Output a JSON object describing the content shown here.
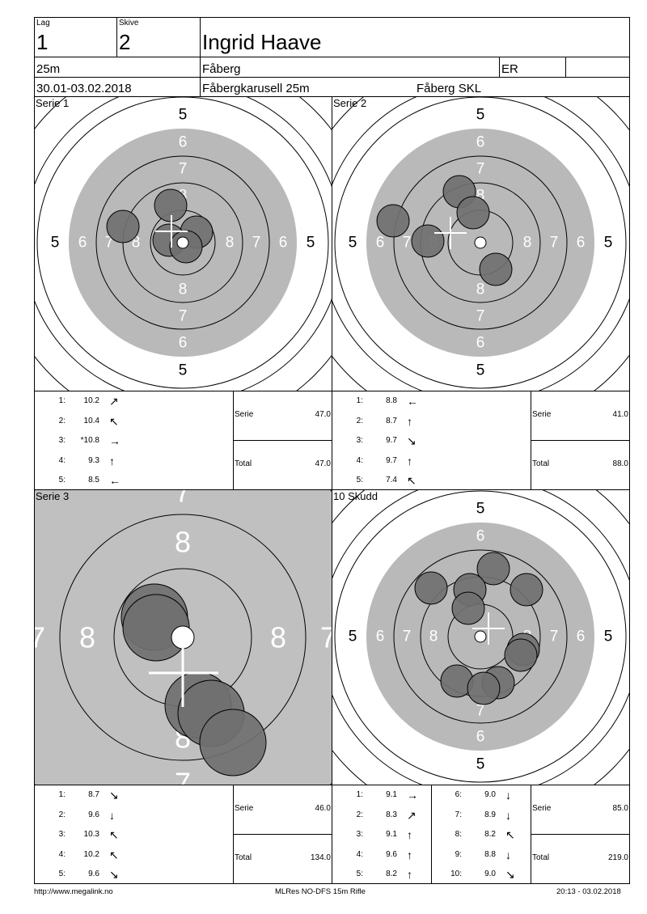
{
  "header": {
    "lag_label": "Lag",
    "lag_value": "1",
    "skive_label": "Skive",
    "skive_value": "2",
    "shooter_name": "Ingrid Haave",
    "distance": "25m",
    "club": "Fåberg",
    "class": "ER",
    "dates": "30.01-03.02.2018",
    "competition": "Fåbergkarusell 25m",
    "organizer": "Fåberg SKL"
  },
  "panels": {
    "serie1_title": "Serie 1",
    "serie2_title": "Serie 2",
    "serie3_title": "Serie 3",
    "skudd10_title": "10 Skudd"
  },
  "ring_labels": {
    "five": "5",
    "six": "6",
    "seven": "7",
    "eight": "8"
  },
  "serie1": {
    "shots": [
      {
        "n": "1:",
        "v": "10.2",
        "arrow": "↗"
      },
      {
        "n": "2:",
        "v": "10.4",
        "arrow": "↖"
      },
      {
        "n": "3:",
        "v": "*10.8",
        "arrow": "→"
      },
      {
        "n": "4:",
        "v": "9.3",
        "arrow": "↑"
      },
      {
        "n": "5:",
        "v": "8.5",
        "arrow": "←"
      }
    ],
    "serie_label": "Serie",
    "serie_value": "47.0",
    "total_label": "Total",
    "total_value": "47.0"
  },
  "serie2": {
    "shots": [
      {
        "n": "1:",
        "v": "8.8",
        "arrow": "←"
      },
      {
        "n": "2:",
        "v": "8.7",
        "arrow": "↑"
      },
      {
        "n": "3:",
        "v": "9.7",
        "arrow": "↘"
      },
      {
        "n": "4:",
        "v": "9.7",
        "arrow": "↑"
      },
      {
        "n": "5:",
        "v": "7.4",
        "arrow": "↖"
      }
    ],
    "serie_label": "Serie",
    "serie_value": "41.0",
    "total_label": "Total",
    "total_value": "88.0"
  },
  "serie3": {
    "shots": [
      {
        "n": "1:",
        "v": "8.7",
        "arrow": "↘"
      },
      {
        "n": "2:",
        "v": "9.6",
        "arrow": "↓"
      },
      {
        "n": "3:",
        "v": "10.3",
        "arrow": "↖"
      },
      {
        "n": "4:",
        "v": "10.2",
        "arrow": "↖"
      },
      {
        "n": "5:",
        "v": "9.6",
        "arrow": "↘"
      }
    ],
    "serie_label": "Serie",
    "serie_value": "46.0",
    "total_label": "Total",
    "total_value": "134.0"
  },
  "serie4": {
    "shots_a": [
      {
        "n": "1:",
        "v": "9.1",
        "arrow": "→"
      },
      {
        "n": "2:",
        "v": "8.3",
        "arrow": "↗"
      },
      {
        "n": "3:",
        "v": "9.1",
        "arrow": "↑"
      },
      {
        "n": "4:",
        "v": "9.6",
        "arrow": "↑"
      },
      {
        "n": "5:",
        "v": "8.2",
        "arrow": "↑"
      }
    ],
    "shots_b": [
      {
        "n": "6:",
        "v": "9.0",
        "arrow": "↓"
      },
      {
        "n": "7:",
        "v": "8.9",
        "arrow": "↓"
      },
      {
        "n": "8:",
        "v": "8.2",
        "arrow": "↖"
      },
      {
        "n": "9:",
        "v": "8.8",
        "arrow": "↓"
      },
      {
        "n": "10:",
        "v": "9.0",
        "arrow": "↘"
      }
    ],
    "serie_label": "Serie",
    "serie_value": "85.0",
    "total_label": "Total",
    "total_value": "219.0"
  },
  "footer": {
    "url": "http://www.megalink.no",
    "software": "MLRes NO-DFS 15m Rifle",
    "timestamp": "20:13 - 03.02.2018"
  },
  "colors": {
    "black_zone": "#b9b9b9",
    "shot_fill": "#707070",
    "zoom_bg": "#c0c0c0"
  }
}
